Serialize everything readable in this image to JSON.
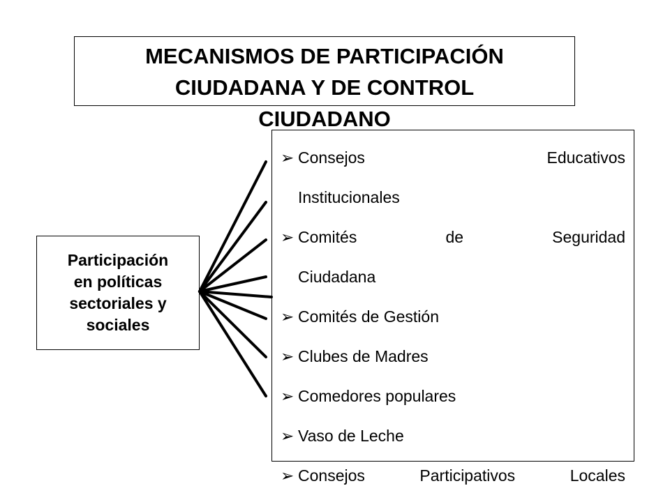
{
  "title": {
    "lines": [
      "MECANISMOS DE PARTICIPACIÓN",
      "CIUDADANA Y DE CONTROL",
      "CIUDADANO"
    ]
  },
  "left_box": {
    "lines": [
      "Participación",
      "en políticas",
      "sectoriales y",
      "sociales"
    ]
  },
  "bullet_icon": "arrowhead-bullet",
  "items": [
    {
      "words": [
        "Consejos",
        "Educativos"
      ],
      "line2": "Institucionales"
    },
    {
      "words": [
        "Comités",
        "de",
        "Seguridad"
      ],
      "line2": "Ciudadana"
    },
    {
      "text": "Comités de Gestión"
    },
    {
      "text": "Clubes de Madres"
    },
    {
      "text": "Comedores populares"
    },
    {
      "text": "Vaso de Leche"
    },
    {
      "words": [
        "Consejos",
        "Participativos",
        "Locales"
      ]
    }
  ]
}
